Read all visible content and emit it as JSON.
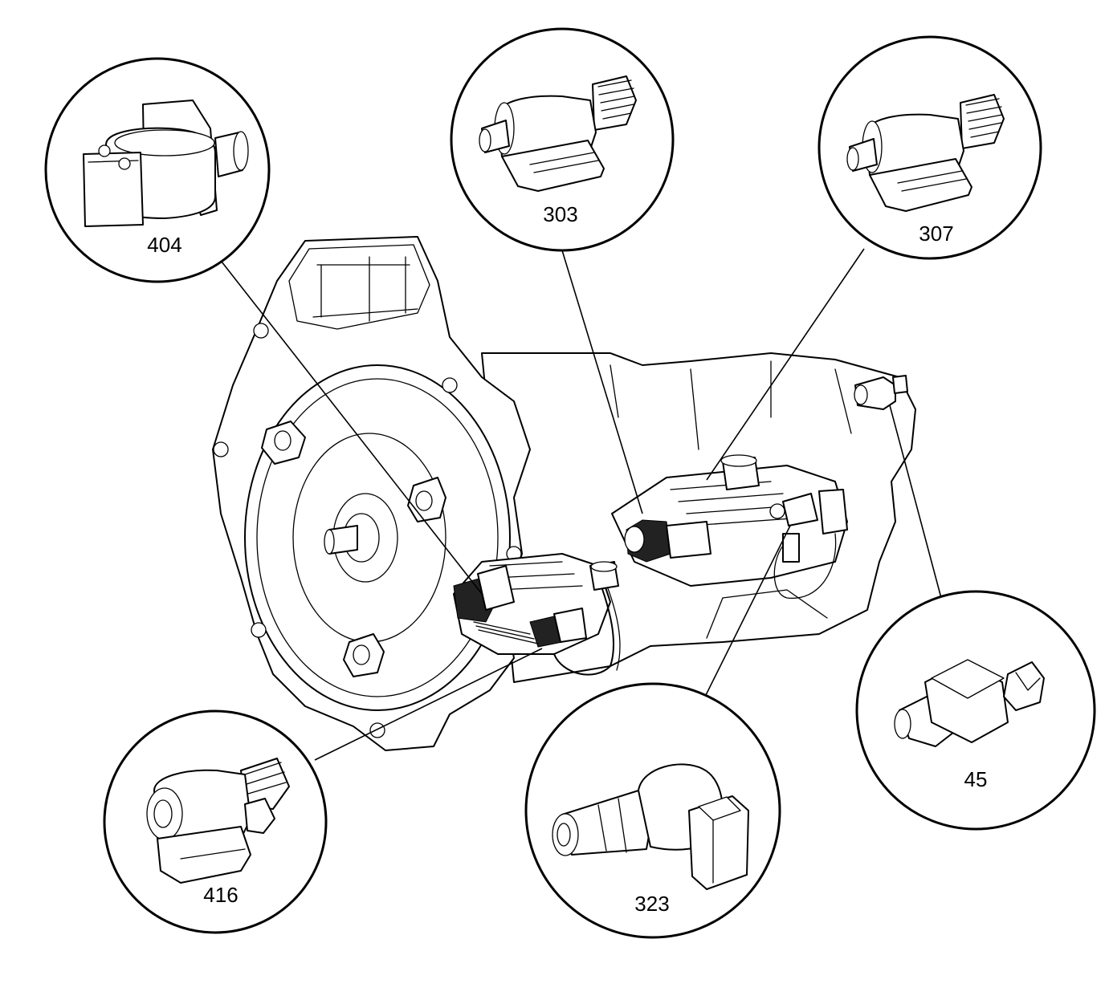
{
  "callouts": [
    {
      "id": "404",
      "label": "404",
      "icon": "pressure-control-solenoid-icon"
    },
    {
      "id": "303",
      "label": "303",
      "icon": "shift-solenoid-icon"
    },
    {
      "id": "307",
      "label": "307",
      "icon": "shift-solenoid-icon"
    },
    {
      "id": "45",
      "label": "45",
      "icon": "speed-sensor-icon"
    },
    {
      "id": "323",
      "label": "323",
      "icon": "tcc-solenoid-icon"
    },
    {
      "id": "416",
      "label": "416",
      "icon": "pwm-solenoid-icon"
    }
  ],
  "colors": {
    "ink": "#000000",
    "paper": "#ffffff"
  }
}
